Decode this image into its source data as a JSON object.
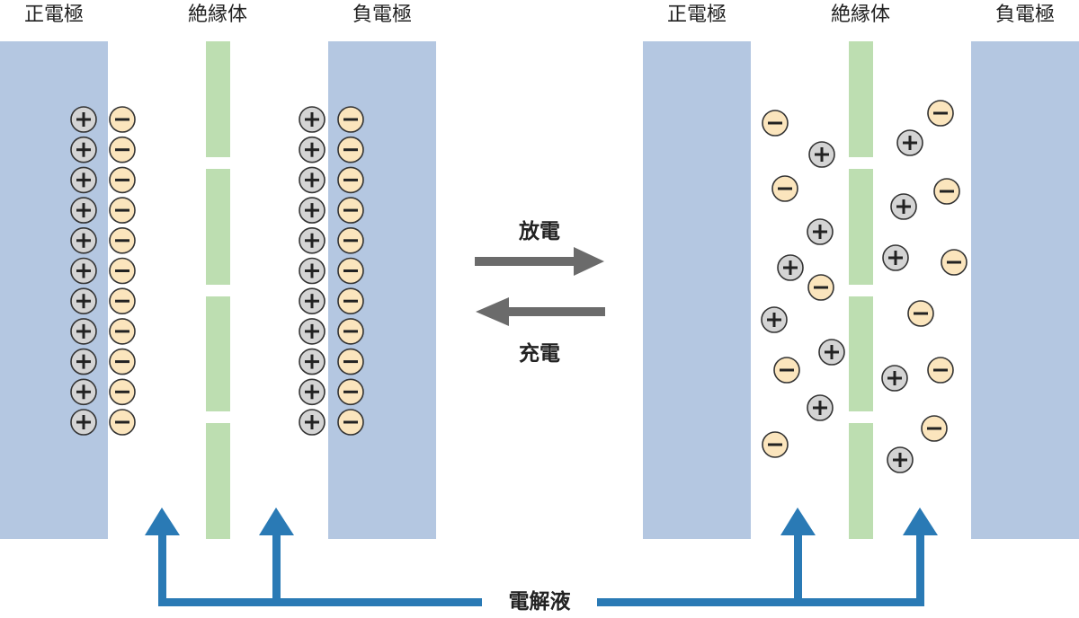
{
  "left_panel": {
    "positive_label": "正電極",
    "separator_label": "絶縁体",
    "negative_label": "負電極",
    "state": "charged"
  },
  "right_panel": {
    "positive_label": "正電極",
    "separator_label": "絶縁体",
    "negative_label": "負電極",
    "state": "discharged"
  },
  "arrows": {
    "discharge_label": "放電",
    "charge_label": "充電"
  },
  "electrolyte_label": "電解液",
  "ion_symbols": {
    "plus": "+",
    "minus": "−"
  },
  "colors": {
    "electrode": "#b4c7e1",
    "separator": "#bddeb1",
    "plus_ion": "#d4d4d4",
    "minus_ion": "#fbe5bd",
    "arrow_gray": "#6b6b6b",
    "electrolyte_blue": "#2a7ab5"
  }
}
